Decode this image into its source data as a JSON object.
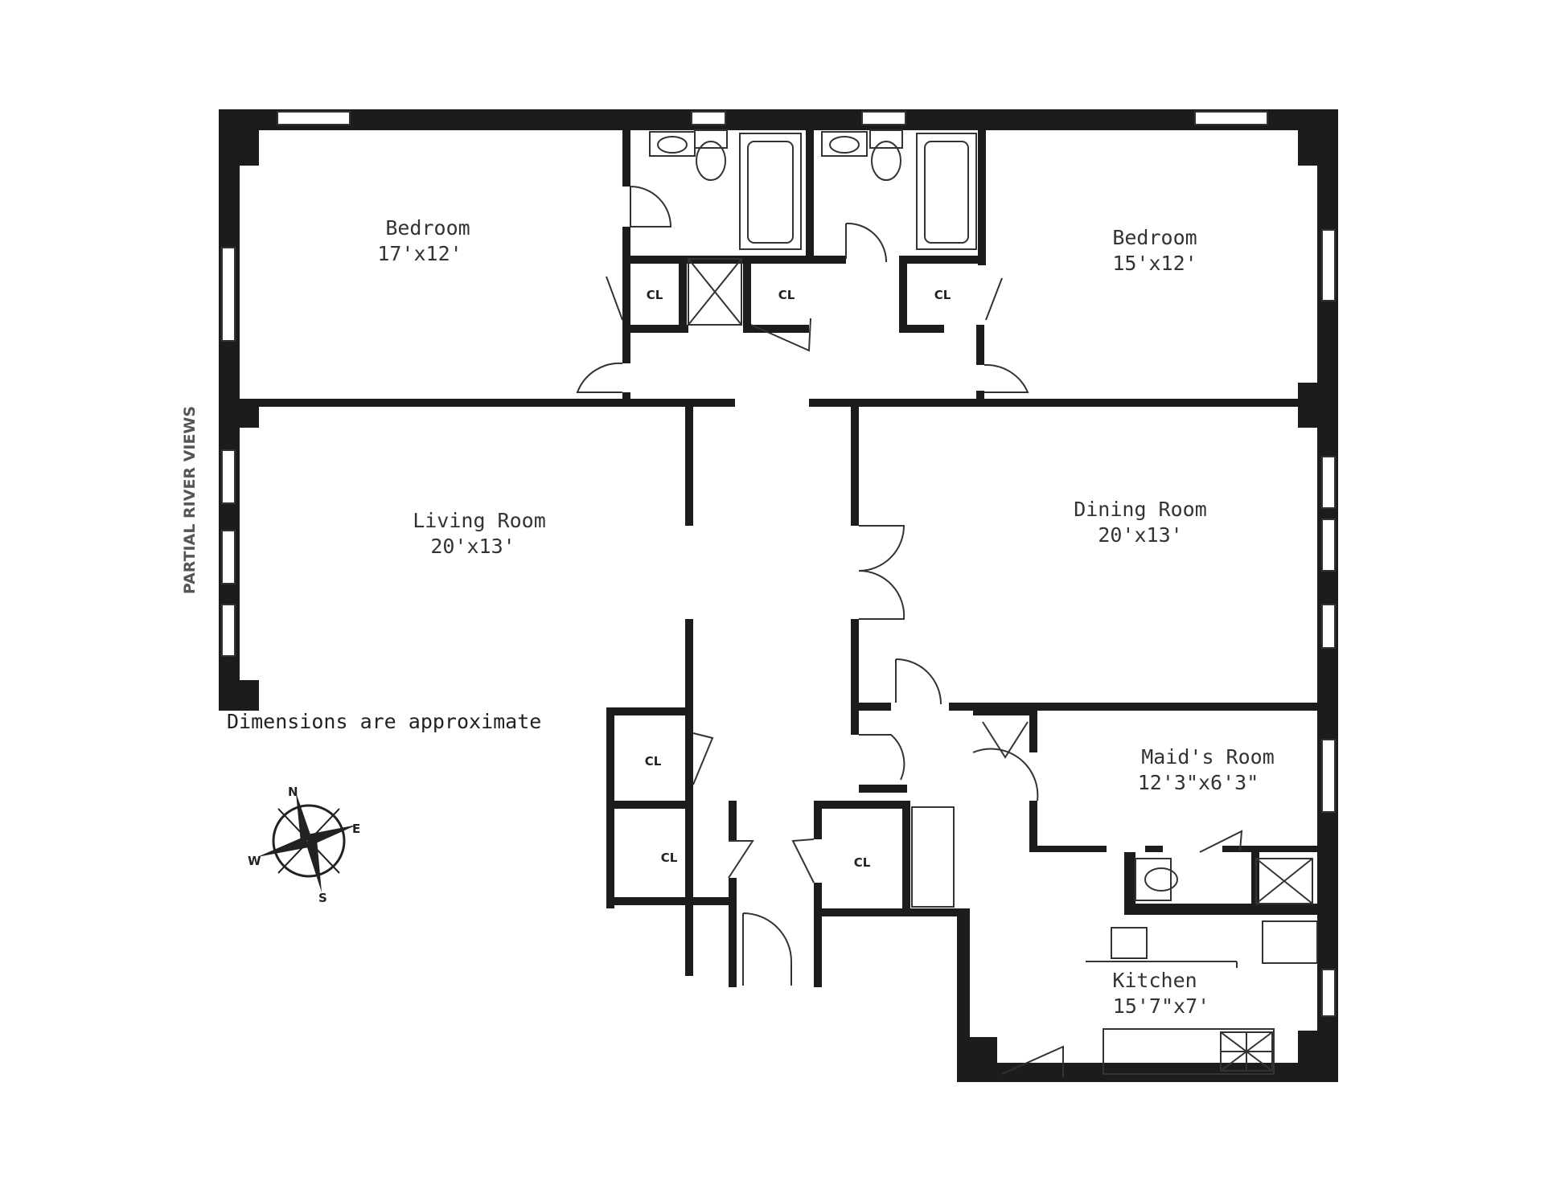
{
  "rooms": [
    {
      "name": "Bedroom",
      "dim": "17'x12'"
    },
    {
      "name": "Bedroom",
      "dim": "15'x12'"
    },
    {
      "name": "Living Room",
      "dim": "20'x13'"
    },
    {
      "name": "Dining Room",
      "dim": "20'x13'"
    },
    {
      "name": "Maid's Room",
      "dim": "12'3\"x6'3\""
    },
    {
      "name": "Kitchen",
      "dim": "15'7\"x7'"
    }
  ],
  "closet_label": "CL",
  "note": "Dimensions are approximate",
  "side_label": "PARTIAL RIVER VIEWS",
  "compass": {
    "n": "N",
    "e": "E",
    "s": "S",
    "w": "W"
  }
}
